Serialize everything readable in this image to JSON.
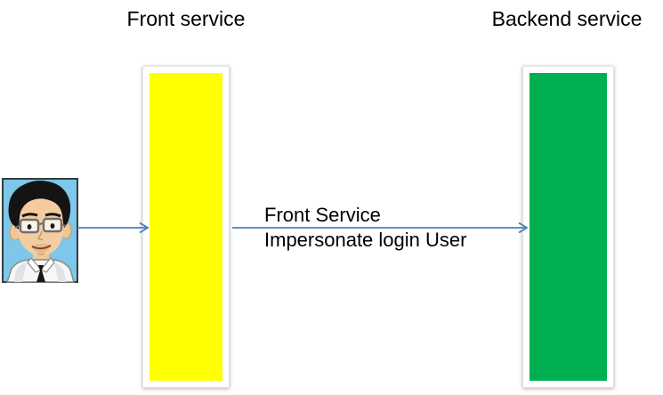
{
  "diagram": {
    "titles": {
      "front": "Front service",
      "backend": "Backend service"
    },
    "arrow_label": {
      "line1": "Front Service",
      "line2": "Impersonate login User"
    },
    "icons": {
      "user": "user-avatar-icon"
    },
    "colors": {
      "front_bar_fill": "#FFFF00",
      "backend_bar_fill": "#00B050",
      "arrow": "#4A7EBB",
      "title_text": "#000000",
      "background": "#FFFFFF"
    }
  }
}
